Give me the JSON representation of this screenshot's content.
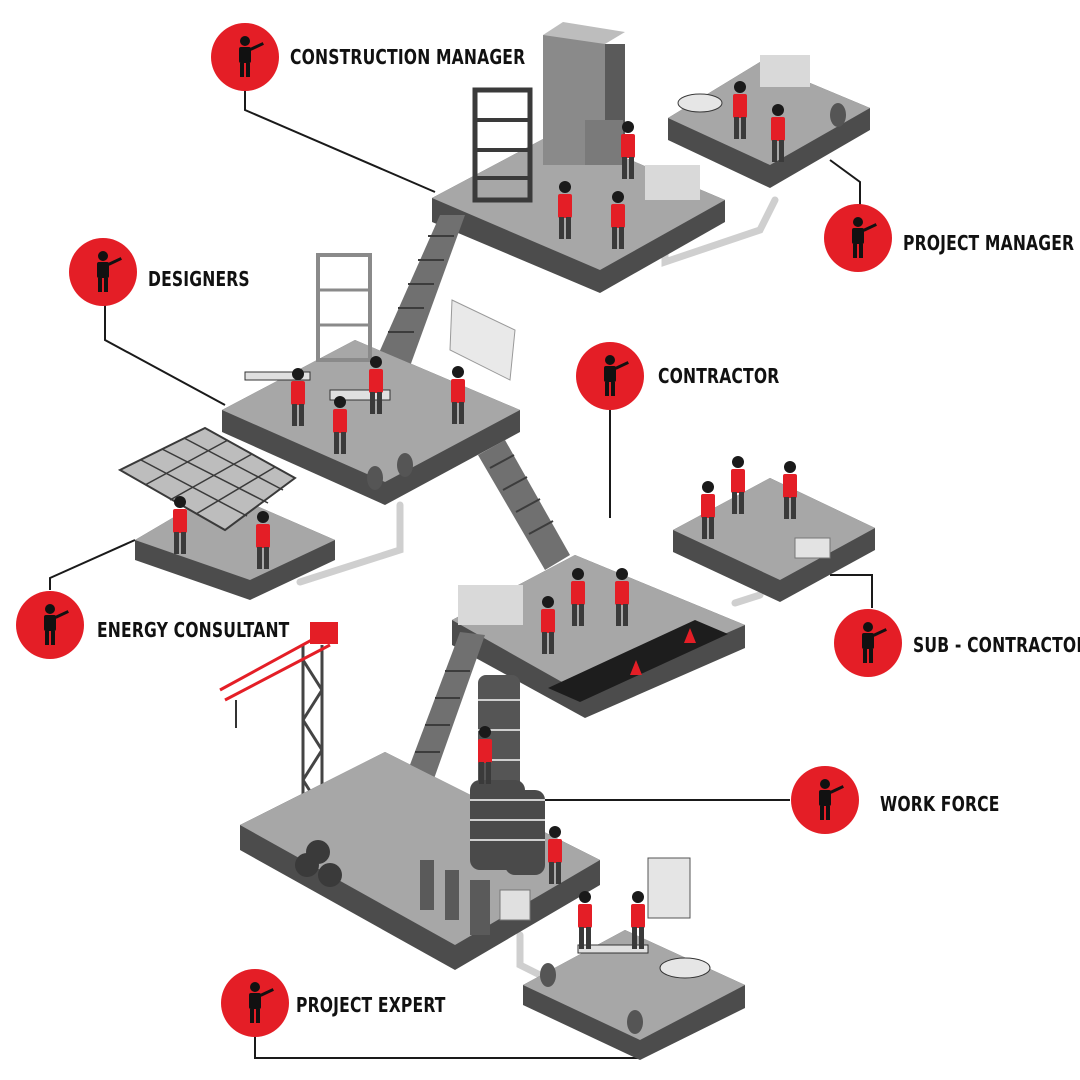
{
  "roles": {
    "construction_manager": "CONSTRUCTION  MANAGER",
    "project_manager": "PROJECT MANAGER",
    "designers": "DESIGNERS",
    "contractor": "CONTRACTOR",
    "sub_contractor": "SUB - CONTRACTOR",
    "energy_consultant": "ENERGY CONSULTANT",
    "work_force": "WORK FORCE",
    "project_expert": "PROJECT EXPERT"
  },
  "colors": {
    "accent": "#e41e26",
    "platform_top": "#a7a7a7",
    "platform_side": "#4c4c4c",
    "connector": "#1a1a1a",
    "pipe": "#d6d6d6"
  },
  "icons": {
    "badge": "worker-silhouette-icon"
  }
}
